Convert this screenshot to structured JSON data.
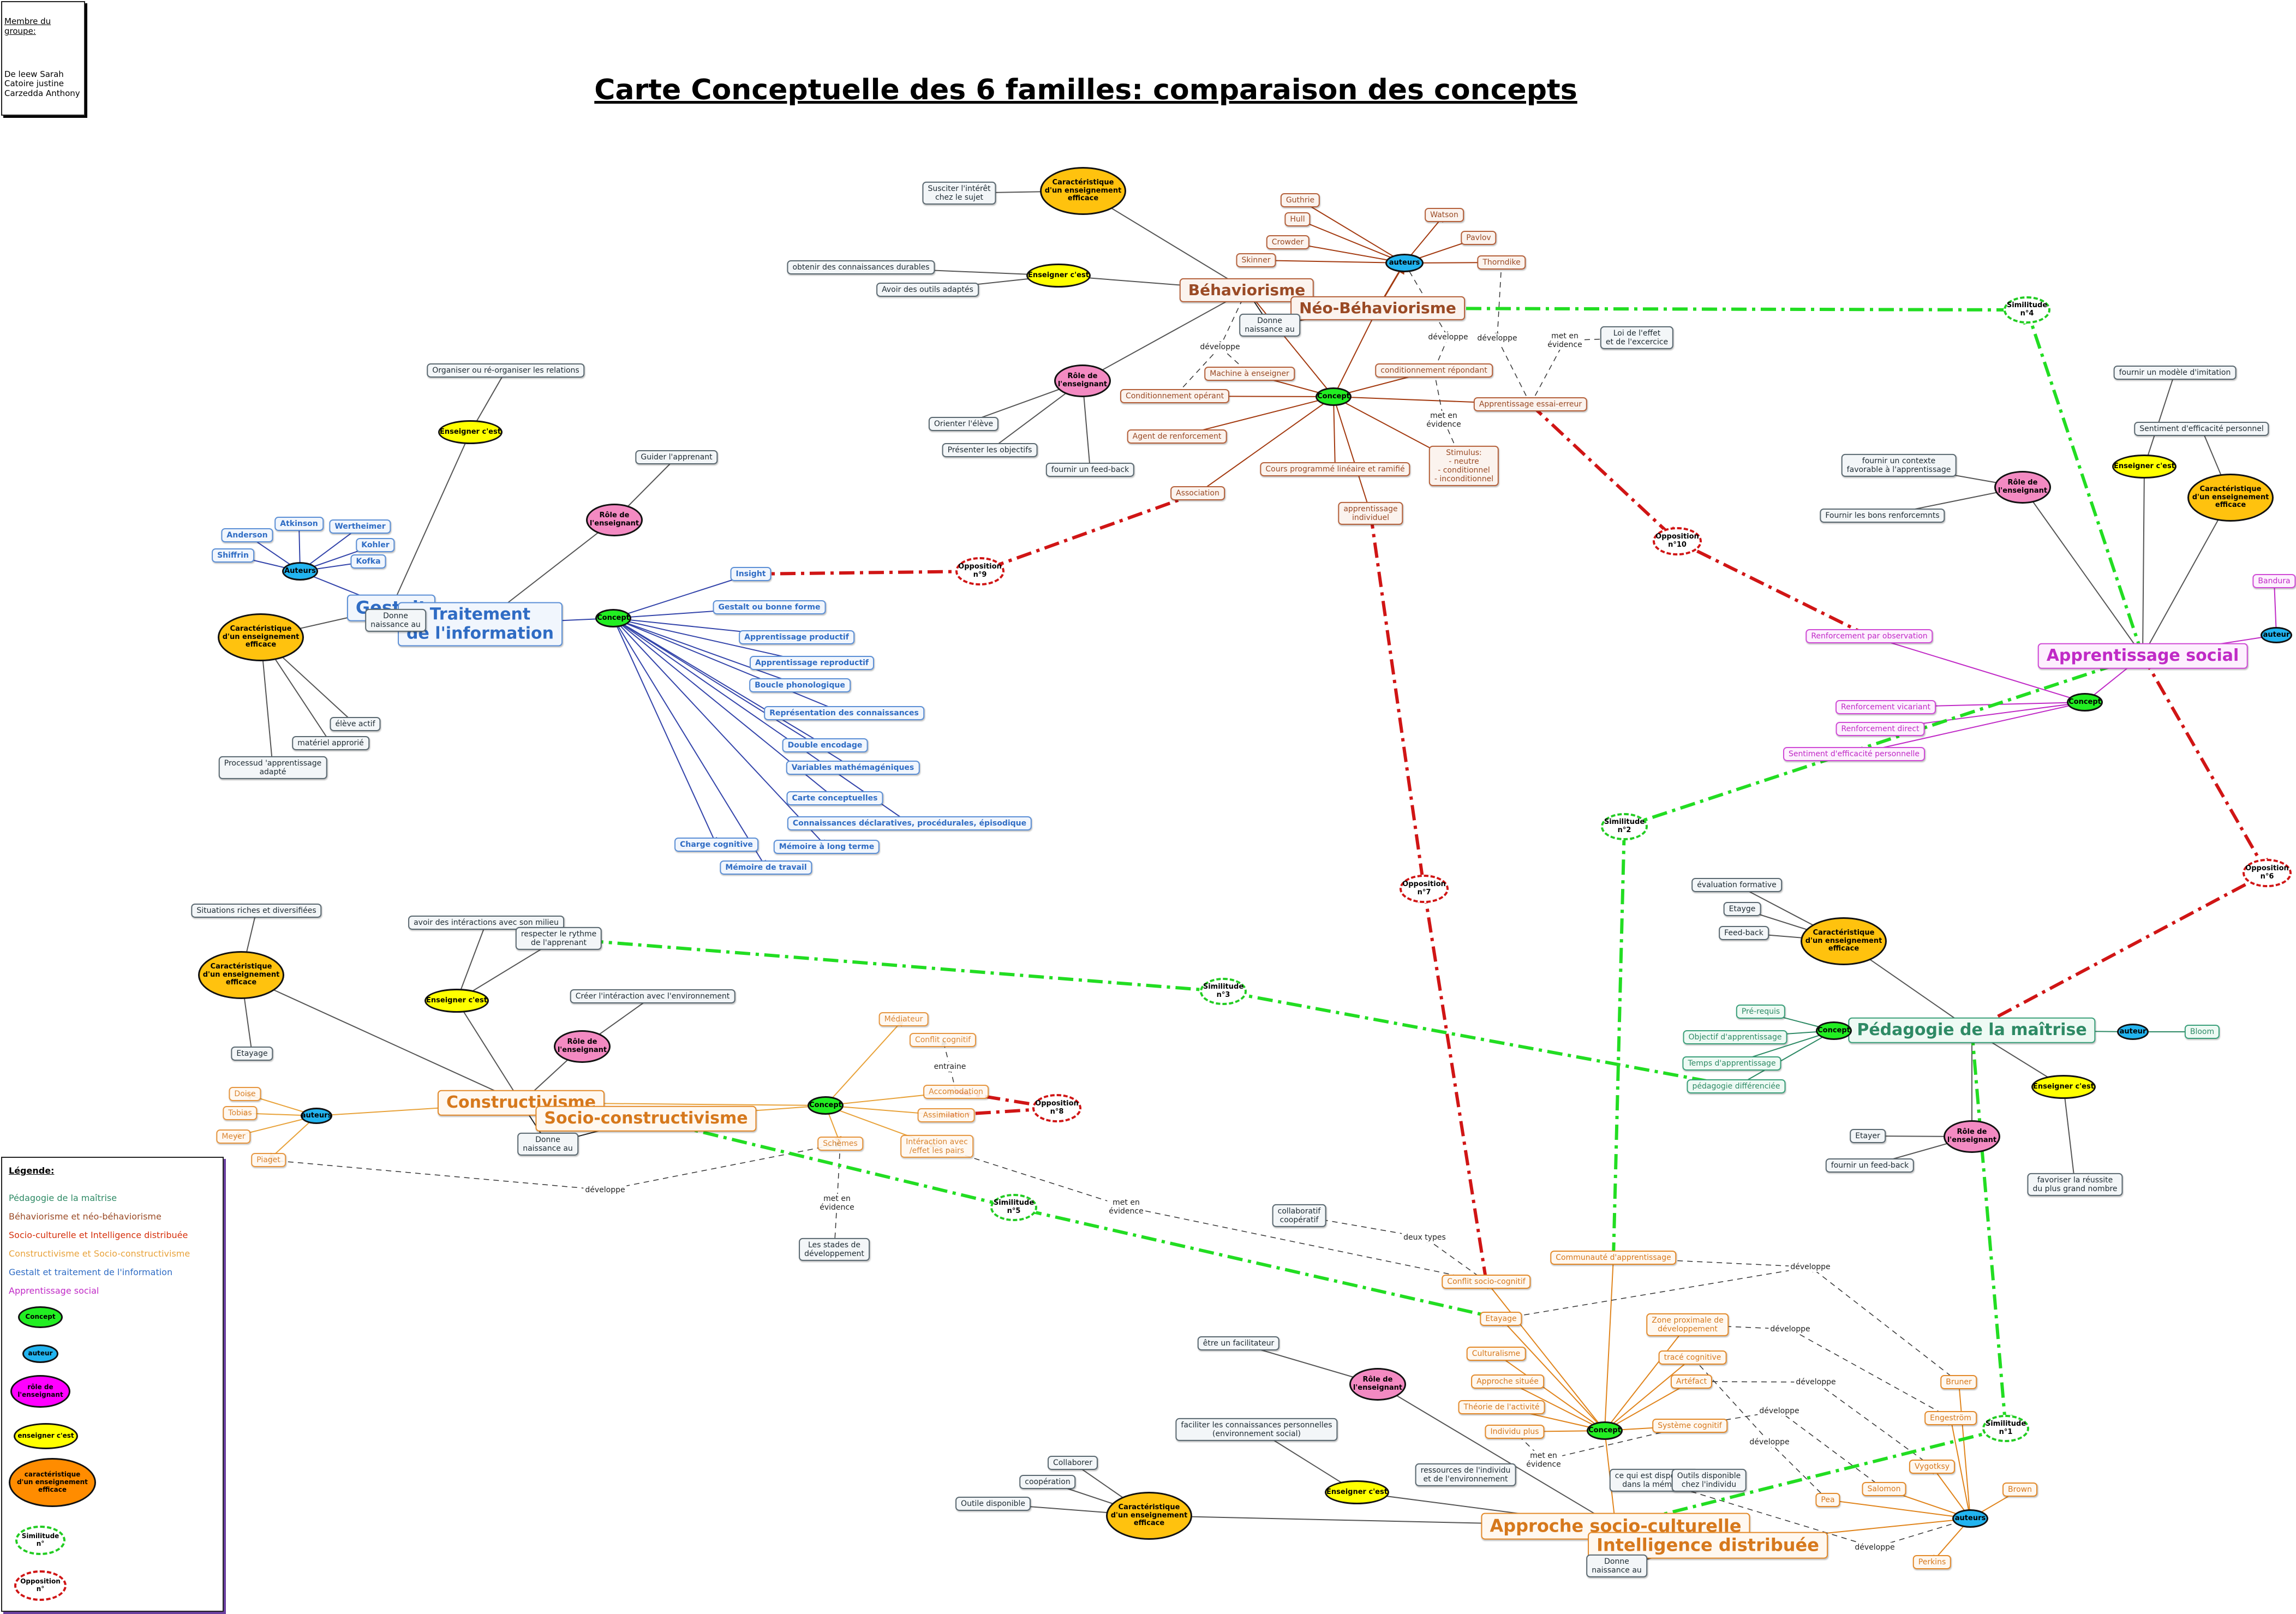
{
  "title": "Carte Conceptuelle des 6 familles: comparaison des concepts",
  "members": {
    "heading": "Membre du groupe:",
    "names": "De leew Sarah\nCatoire justine\nCarzedda Anthony"
  },
  "legend": {
    "heading": "Légende:",
    "families": [
      {
        "label": "Pédagogie de la maîtrise",
        "color": "#2e8a65"
      },
      {
        "label": "Béhaviorisme et néo-béhaviorisme",
        "color": "#9a4a25"
      },
      {
        "label": "Socio-culturelle et Intelligence distribuée",
        "color": "#d6300c"
      },
      {
        "label": "Constructivisme et Socio-constructivisme",
        "color": "#e8a23a"
      },
      {
        "label": "Gestalt et traitement de l'information",
        "color": "#2f6cc4"
      },
      {
        "label": "Apprentissage social",
        "color": "#c02ac6"
      }
    ],
    "shapes": [
      {
        "label": "Concept"
      },
      {
        "label": "auteur"
      },
      {
        "label": "rôle de\nl'enseignant"
      },
      {
        "label": "enseigner c'est"
      },
      {
        "label": "caractéristique\nd'un enseignement\nefficace"
      },
      {
        "label": "Similitude\nn°"
      },
      {
        "label": "Opposition\nn°"
      }
    ]
  },
  "nodes": [
    {
      "id": "beh",
      "text": "Béhaviorisme",
      "cls": "box brown main"
    },
    {
      "id": "neo",
      "text": "Néo-Béhaviorisme",
      "cls": "box brown main"
    },
    {
      "id": "beh_car",
      "text": "Caractéristique\nd'un enseignement\nefficace",
      "cls": "ell car"
    },
    {
      "id": "beh_interet",
      "text": "Susciter l'intérêt\nchez le sujet",
      "cls": "box"
    },
    {
      "id": "beh_ens",
      "text": "Enseigner c'est",
      "cls": "ell ens"
    },
    {
      "id": "beh_obtenir",
      "text": "obtenir des connaissances durables",
      "cls": "box"
    },
    {
      "id": "beh_outils",
      "text": "Avoir des outils adaptés",
      "cls": "box"
    },
    {
      "id": "beh_guthrie",
      "text": "Guthrie",
      "cls": "box brown"
    },
    {
      "id": "beh_hull",
      "text": "Hull",
      "cls": "box brown"
    },
    {
      "id": "beh_crowder",
      "text": "Crowder",
      "cls": "box brown"
    },
    {
      "id": "beh_skinner",
      "text": "Skinner",
      "cls": "box brown"
    },
    {
      "id": "beh_watson",
      "text": "Watson",
      "cls": "box brown"
    },
    {
      "id": "beh_pavlov",
      "text": "Pavlov",
      "cls": "box brown"
    },
    {
      "id": "beh_thorndike",
      "text": "Thorndike",
      "cls": "box brown"
    },
    {
      "id": "beh_aut",
      "text": "auteurs",
      "cls": "ell aut"
    },
    {
      "id": "beh_donne",
      "text": "Donne\nnaissance au",
      "cls": "box"
    },
    {
      "id": "beh_role",
      "text": "Rôle de\nl'enseignant",
      "cls": "ell role"
    },
    {
      "id": "beh_orienter",
      "text": "Orienter l'élève",
      "cls": "box"
    },
    {
      "id": "beh_objectifs",
      "text": "Présenter les objectifs",
      "cls": "box"
    },
    {
      "id": "beh_feedback",
      "text": "fournir un feed-back",
      "cls": "box"
    },
    {
      "id": "beh_condop",
      "text": "Conditionnement opérant",
      "cls": "box brown"
    },
    {
      "id": "beh_machine",
      "text": "Machine à enseigner",
      "cls": "box brown"
    },
    {
      "id": "beh_condrep",
      "text": "conditionnement répondant",
      "cls": "box brown"
    },
    {
      "id": "beh_essai",
      "text": "Apprentissage essai-erreur",
      "cls": "box brown"
    },
    {
      "id": "beh_loi",
      "text": "Loi de l'effet\net de l'excercice",
      "cls": "box"
    },
    {
      "id": "beh_concept",
      "text": "Concept",
      "cls": "ell concept"
    },
    {
      "id": "beh_agent",
      "text": "Agent de renforcement",
      "cls": "box brown"
    },
    {
      "id": "beh_cours",
      "text": "Cours programmé linéaire et ramifié",
      "cls": "box brown"
    },
    {
      "id": "beh_stimulus",
      "text": "Stimulus:\n- neutre\n- conditionnel\n- inconditionnel",
      "cls": "box brown"
    },
    {
      "id": "beh_assoc",
      "text": "Association",
      "cls": "box brown"
    },
    {
      "id": "beh_indiv",
      "text": "apprentissage\nindividuel",
      "cls": "box brown"
    },
    {
      "id": "ge",
      "text": "Gestalt",
      "cls": "box blue main"
    },
    {
      "id": "ti",
      "text": "Traitement\nde l'information",
      "cls": "box blue main"
    },
    {
      "id": "ge_org",
      "text": "Organiser ou ré-organiser les relations",
      "cls": "box"
    },
    {
      "id": "ge_ens",
      "text": "Enseigner c'est",
      "cls": "ell ens"
    },
    {
      "id": "ge_guider",
      "text": "Guider l'apprenant",
      "cls": "box"
    },
    {
      "id": "ge_role",
      "text": "Rôle de\nl'enseignant",
      "cls": "ell role"
    },
    {
      "id": "ge_anderson",
      "text": "Anderson",
      "cls": "box blue"
    },
    {
      "id": "ge_atkinson",
      "text": "Atkinson",
      "cls": "box blue"
    },
    {
      "id": "ge_wertheimer",
      "text": "Wertheimer",
      "cls": "box blue"
    },
    {
      "id": "ge_kohler",
      "text": "Kohler",
      "cls": "box blue"
    },
    {
      "id": "ge_kofka",
      "text": "Kofka",
      "cls": "box blue"
    },
    {
      "id": "ge_shiffrin",
      "text": "Shiffrin",
      "cls": "box blue"
    },
    {
      "id": "ge_aut",
      "text": "Auteurs",
      "cls": "ell aut"
    },
    {
      "id": "ge_donne",
      "text": "Donne\nnaissance au",
      "cls": "box"
    },
    {
      "id": "ge_car",
      "text": "Caractéristique\nd'un enseignement\nefficace",
      "cls": "ell car"
    },
    {
      "id": "ge_actif",
      "text": "élève actif",
      "cls": "box"
    },
    {
      "id": "ge_materiel",
      "text": "matériel approrié",
      "cls": "box"
    },
    {
      "id": "ge_processus",
      "text": "Processud 'apprentissage\nadapté",
      "cls": "box"
    },
    {
      "id": "ge_concept",
      "text": "Concept",
      "cls": "ell concept"
    },
    {
      "id": "ge_insight",
      "text": "Insight",
      "cls": "box blue"
    },
    {
      "id": "ge_forme",
      "text": "Gestalt ou bonne forme",
      "cls": "box blue"
    },
    {
      "id": "ge_prod",
      "text": "Apprentissage productif",
      "cls": "box blue"
    },
    {
      "id": "ge_repro",
      "text": "Apprentissage reproductif",
      "cls": "box blue"
    },
    {
      "id": "ge_boucle",
      "text": "Boucle phonologique",
      "cls": "box blue"
    },
    {
      "id": "ge_rep",
      "text": "Représentation des connaissances",
      "cls": "box blue"
    },
    {
      "id": "ge_double",
      "text": "Double encodage",
      "cls": "box blue"
    },
    {
      "id": "ge_variables",
      "text": "Variables mathémagéniques",
      "cls": "box blue"
    },
    {
      "id": "ge_carte",
      "text": "Carte conceptuelles",
      "cls": "box blue"
    },
    {
      "id": "ge_connais",
      "text": "Connaissances déclaratives, procédurales, épisodique",
      "cls": "box blue"
    },
    {
      "id": "ge_memlong",
      "text": "Mémoire à long terme",
      "cls": "box blue"
    },
    {
      "id": "ge_charge",
      "text": "Charge cognitive",
      "cls": "box blue"
    },
    {
      "id": "ge_memtrav",
      "text": "Mémoire de travail",
      "cls": "box blue"
    },
    {
      "id": "as",
      "text": "Apprentissage social",
      "cls": "box magenta main"
    },
    {
      "id": "as_modele",
      "text": "fournir un modèle d'imitation",
      "cls": "box"
    },
    {
      "id": "as_sentiment",
      "text": "Sentiment d'efficacité personnel",
      "cls": "box"
    },
    {
      "id": "as_contexte",
      "text": "fournir un contexte\nfavorable à l'apprentissage",
      "cls": "box"
    },
    {
      "id": "as_renf",
      "text": "Fournir les bons renforcemnts",
      "cls": "box"
    },
    {
      "id": "as_role",
      "text": "Rôle de\nl'enseignant",
      "cls": "ell role"
    },
    {
      "id": "as_ens",
      "text": "Enseigner c'est",
      "cls": "ell ens"
    },
    {
      "id": "as_car",
      "text": "Caractéristique\nd'un enseignement\nefficace",
      "cls": "ell car"
    },
    {
      "id": "as_bandura",
      "text": "Bandura",
      "cls": "box magenta"
    },
    {
      "id": "as_aut",
      "text": "auteur",
      "cls": "ell aut"
    },
    {
      "id": "as_concept",
      "text": "Concept",
      "cls": "ell concept"
    },
    {
      "id": "as_robs",
      "text": "Renforcement par observation",
      "cls": "box magenta"
    },
    {
      "id": "as_rvic",
      "text": "Renforcement vicariant",
      "cls": "box magenta"
    },
    {
      "id": "as_rdir",
      "text": "Renforcement direct",
      "cls": "box magenta"
    },
    {
      "id": "as_sep",
      "text": "Sentiment d'efficacité personnelle",
      "cls": "box magenta"
    },
    {
      "id": "pm",
      "text": "Pédagogie de la maîtrise",
      "cls": "box green main"
    },
    {
      "id": "pm_eval",
      "text": "évaluation formative",
      "cls": "box"
    },
    {
      "id": "pm_etayage",
      "text": "Etayge",
      "cls": "box"
    },
    {
      "id": "pm_feed",
      "text": "Feed-back",
      "cls": "box"
    },
    {
      "id": "pm_car",
      "text": "Caractéristique\nd'un enseignement\nefficace",
      "cls": "ell car"
    },
    {
      "id": "pm_pre",
      "text": "Pré-requis",
      "cls": "box green"
    },
    {
      "id": "pm_obj",
      "text": "Objectif d'apprentissage",
      "cls": "box green"
    },
    {
      "id": "pm_temps",
      "text": "Temps d'apprentissage",
      "cls": "box green"
    },
    {
      "id": "pm_diff",
      "text": "pédagogie différenciée",
      "cls": "box green"
    },
    {
      "id": "pm_concept",
      "text": "Concept",
      "cls": "ell concept"
    },
    {
      "id": "pm_aut",
      "text": "auteur",
      "cls": "ell aut"
    },
    {
      "id": "pm_bloom",
      "text": "Bloom",
      "cls": "box green"
    },
    {
      "id": "pm_ens",
      "text": "Enseigner c'est",
      "cls": "ell ens"
    },
    {
      "id": "pm_reussite",
      "text": "favoriser la réussite\ndu plus grand nombre",
      "cls": "box"
    },
    {
      "id": "pm_role",
      "text": "Rôle de\nl'enseignant",
      "cls": "ell role"
    },
    {
      "id": "pm_etayer",
      "text": "Etayer",
      "cls": "box"
    },
    {
      "id": "pm_fb",
      "text": "fournir un feed-back",
      "cls": "box"
    },
    {
      "id": "co",
      "text": "Constructivisme",
      "cls": "box orange main"
    },
    {
      "id": "sc",
      "text": "Socio-constructivisme",
      "cls": "box orange main"
    },
    {
      "id": "co_situations",
      "text": "Situations riches et diversifiées",
      "cls": "box"
    },
    {
      "id": "co_car",
      "text": "Caractéristique\nd'un enseignement\nefficace",
      "cls": "ell car"
    },
    {
      "id": "co_etayage",
      "text": "Etayage",
      "cls": "box"
    },
    {
      "id": "co_inter",
      "text": "avoir des intéractions avec son milieu",
      "cls": "box"
    },
    {
      "id": "co_rythme",
      "text": "respecter le rythme\nde l'apprenant",
      "cls": "box"
    },
    {
      "id": "co_ens",
      "text": "Enseigner c'est",
      "cls": "ell ens"
    },
    {
      "id": "co_creer",
      "text": "Créer l'intéraction avec l'environnement",
      "cls": "box"
    },
    {
      "id": "co_role",
      "text": "Rôle de\nl'enseignant",
      "cls": "ell role"
    },
    {
      "id": "co_doise",
      "text": "Doise",
      "cls": "box orange light"
    },
    {
      "id": "co_tobias",
      "text": "Tobias",
      "cls": "box orange light"
    },
    {
      "id": "co_meyer",
      "text": "Meyer",
      "cls": "box orange light"
    },
    {
      "id": "co_piaget",
      "text": "Piaget",
      "cls": "box orange light"
    },
    {
      "id": "co_aut",
      "text": "auteurs",
      "cls": "ell aut"
    },
    {
      "id": "co_donne",
      "text": "Donne\nnaissance au",
      "cls": "box"
    },
    {
      "id": "co_concept",
      "text": "Concept",
      "cls": "ell concept"
    },
    {
      "id": "co_mediateur",
      "text": "Médiateur",
      "cls": "box orange light"
    },
    {
      "id": "co_conflit",
      "text": "Conflit cognitif",
      "cls": "box orange light"
    },
    {
      "id": "co_accom",
      "text": "Accomodation",
      "cls": "box orange light"
    },
    {
      "id": "co_assim",
      "text": "Assimilation",
      "cls": "box orange light"
    },
    {
      "id": "co_schemes",
      "text": "Schèmes",
      "cls": "box orange light"
    },
    {
      "id": "co_pairs",
      "text": "Intéraction avec\n/effet les pairs",
      "cls": "box orange light"
    },
    {
      "id": "co_stades",
      "text": "Les stades de\ndéveloppement",
      "cls": "box"
    },
    {
      "id": "sci",
      "text": "Approche socio-culturelle",
      "cls": "box orange main"
    },
    {
      "id": "id",
      "text": "Intelligence distribuée",
      "cls": "box orange main"
    },
    {
      "id": "sci_collab",
      "text": "collaboratif\ncoopératif",
      "cls": "box"
    },
    {
      "id": "sci_communaute",
      "text": "Communauté d'apprentissage",
      "cls": "box orange"
    },
    {
      "id": "sci_conflit",
      "text": "Conflit socio-cognitif",
      "cls": "box orange"
    },
    {
      "id": "sci_etayage",
      "text": "Etayage",
      "cls": "box orange"
    },
    {
      "id": "sci_facilitateur",
      "text": "être un facilitateur",
      "cls": "box"
    },
    {
      "id": "sci_role",
      "text": "Rôle de\nl'enseignant",
      "cls": "ell role"
    },
    {
      "id": "sci_culturaime",
      "text": "Culturalisme",
      "cls": "box orange"
    },
    {
      "id": "sci_situee",
      "text": "Approche située",
      "cls": "box orange"
    },
    {
      "id": "sci_activite",
      "text": "Théorie de l'activité",
      "cls": "box orange"
    },
    {
      "id": "sci_indivplus",
      "text": "Individu plus",
      "cls": "box orange"
    },
    {
      "id": "sci_zone",
      "text": "Zone proximale de\ndéveloppement",
      "cls": "box orange"
    },
    {
      "id": "sci_trace",
      "text": "tracé cognitive",
      "cls": "box orange"
    },
    {
      "id": "sci_artefact",
      "text": "Artéfact",
      "cls": "box orange"
    },
    {
      "id": "sci_systeme",
      "text": "Système cognitif",
      "cls": "box orange"
    },
    {
      "id": "sci_concept",
      "text": "Concept",
      "cls": "ell concept"
    },
    {
      "id": "sci_faciliter",
      "text": "faciliter les connaissances personnelles\n(environnement social)",
      "cls": "box"
    },
    {
      "id": "sci_ressources",
      "text": "ressources de l'individu\net de l'environnement",
      "cls": "box"
    },
    {
      "id": "sci_memoire",
      "text": "ce qui est disponible\ndans la mémoire",
      "cls": "box"
    },
    {
      "id": "sci_outils",
      "text": "Outils disponible\nchez l'individu",
      "cls": "box"
    },
    {
      "id": "sci_collaborer",
      "text": "Collaborer",
      "cls": "box"
    },
    {
      "id": "sci_cooperation",
      "text": "coopération",
      "cls": "box"
    },
    {
      "id": "sci_outildisp",
      "text": "Outile disponible",
      "cls": "box"
    },
    {
      "id": "sci_car",
      "text": "Caractéristique\nd'un enseignement\nefficace",
      "cls": "ell car"
    },
    {
      "id": "sci_ens",
      "text": "Enseigner c'est",
      "cls": "ell ens"
    },
    {
      "id": "sci_donne",
      "text": "Donne\nnaissance au",
      "cls": "box"
    },
    {
      "id": "sci_bruner",
      "text": "Bruner",
      "cls": "box orange"
    },
    {
      "id": "sci_engestrom",
      "text": "Engeström",
      "cls": "box orange"
    },
    {
      "id": "sci_vygotsky",
      "text": "Vygotksy",
      "cls": "box orange"
    },
    {
      "id": "sci_salomon",
      "text": "Salomon",
      "cls": "box orange"
    },
    {
      "id": "sci_pea",
      "text": "Pea",
      "cls": "box orange"
    },
    {
      "id": "sci_brown",
      "text": "Brown",
      "cls": "box orange"
    },
    {
      "id": "sci_perkins",
      "text": "Perkins",
      "cls": "box orange"
    },
    {
      "id": "sci_aut",
      "text": "auteurs",
      "cls": "ell aut"
    },
    {
      "id": "s1",
      "text": "Similitude\nn°1",
      "cls": "ell simi"
    },
    {
      "id": "s2",
      "text": "Similitude\nn°2",
      "cls": "ell simi"
    },
    {
      "id": "s3",
      "text": "Similitude\nn°3",
      "cls": "ell simi"
    },
    {
      "id": "s4",
      "text": "Similitude\nn°4",
      "cls": "ell simi"
    },
    {
      "id": "s5",
      "text": "Similitude\nn°5",
      "cls": "ell simi"
    },
    {
      "id": "o6",
      "text": "Opposition\nn°6",
      "cls": "ell oppo"
    },
    {
      "id": "o7",
      "text": "Opposition\nn°7",
      "cls": "ell oppo"
    },
    {
      "id": "o8",
      "text": "Opposition\nn°8",
      "cls": "ell oppo"
    },
    {
      "id": "o9",
      "text": "Opposition\nn°9",
      "cls": "ell oppo"
    },
    {
      "id": "o10",
      "text": "Opposition\nn°10",
      "cls": "ell oppo"
    }
  ],
  "link_labels": [
    {
      "id": "l1",
      "text": "développe"
    },
    {
      "id": "l2",
      "text": "développe"
    },
    {
      "id": "l3",
      "text": "développe"
    },
    {
      "id": "l4",
      "text": "met en\névidence"
    },
    {
      "id": "l5",
      "text": "met en\névidence"
    },
    {
      "id": "l6",
      "text": "entraine"
    },
    {
      "id": "l7",
      "text": "met en\névidence"
    },
    {
      "id": "l8",
      "text": "met en\névidence"
    },
    {
      "id": "l9",
      "text": "développe"
    },
    {
      "id": "l10",
      "text": "deux types"
    },
    {
      "id": "l11",
      "text": "développe"
    },
    {
      "id": "l12",
      "text": "développe"
    },
    {
      "id": "l13",
      "text": "développe"
    },
    {
      "id": "l14",
      "text": "développe"
    },
    {
      "id": "l15",
      "text": "développe"
    },
    {
      "id": "l16",
      "text": "met en\névidence"
    },
    {
      "id": "l17",
      "text": "développe"
    }
  ]
}
